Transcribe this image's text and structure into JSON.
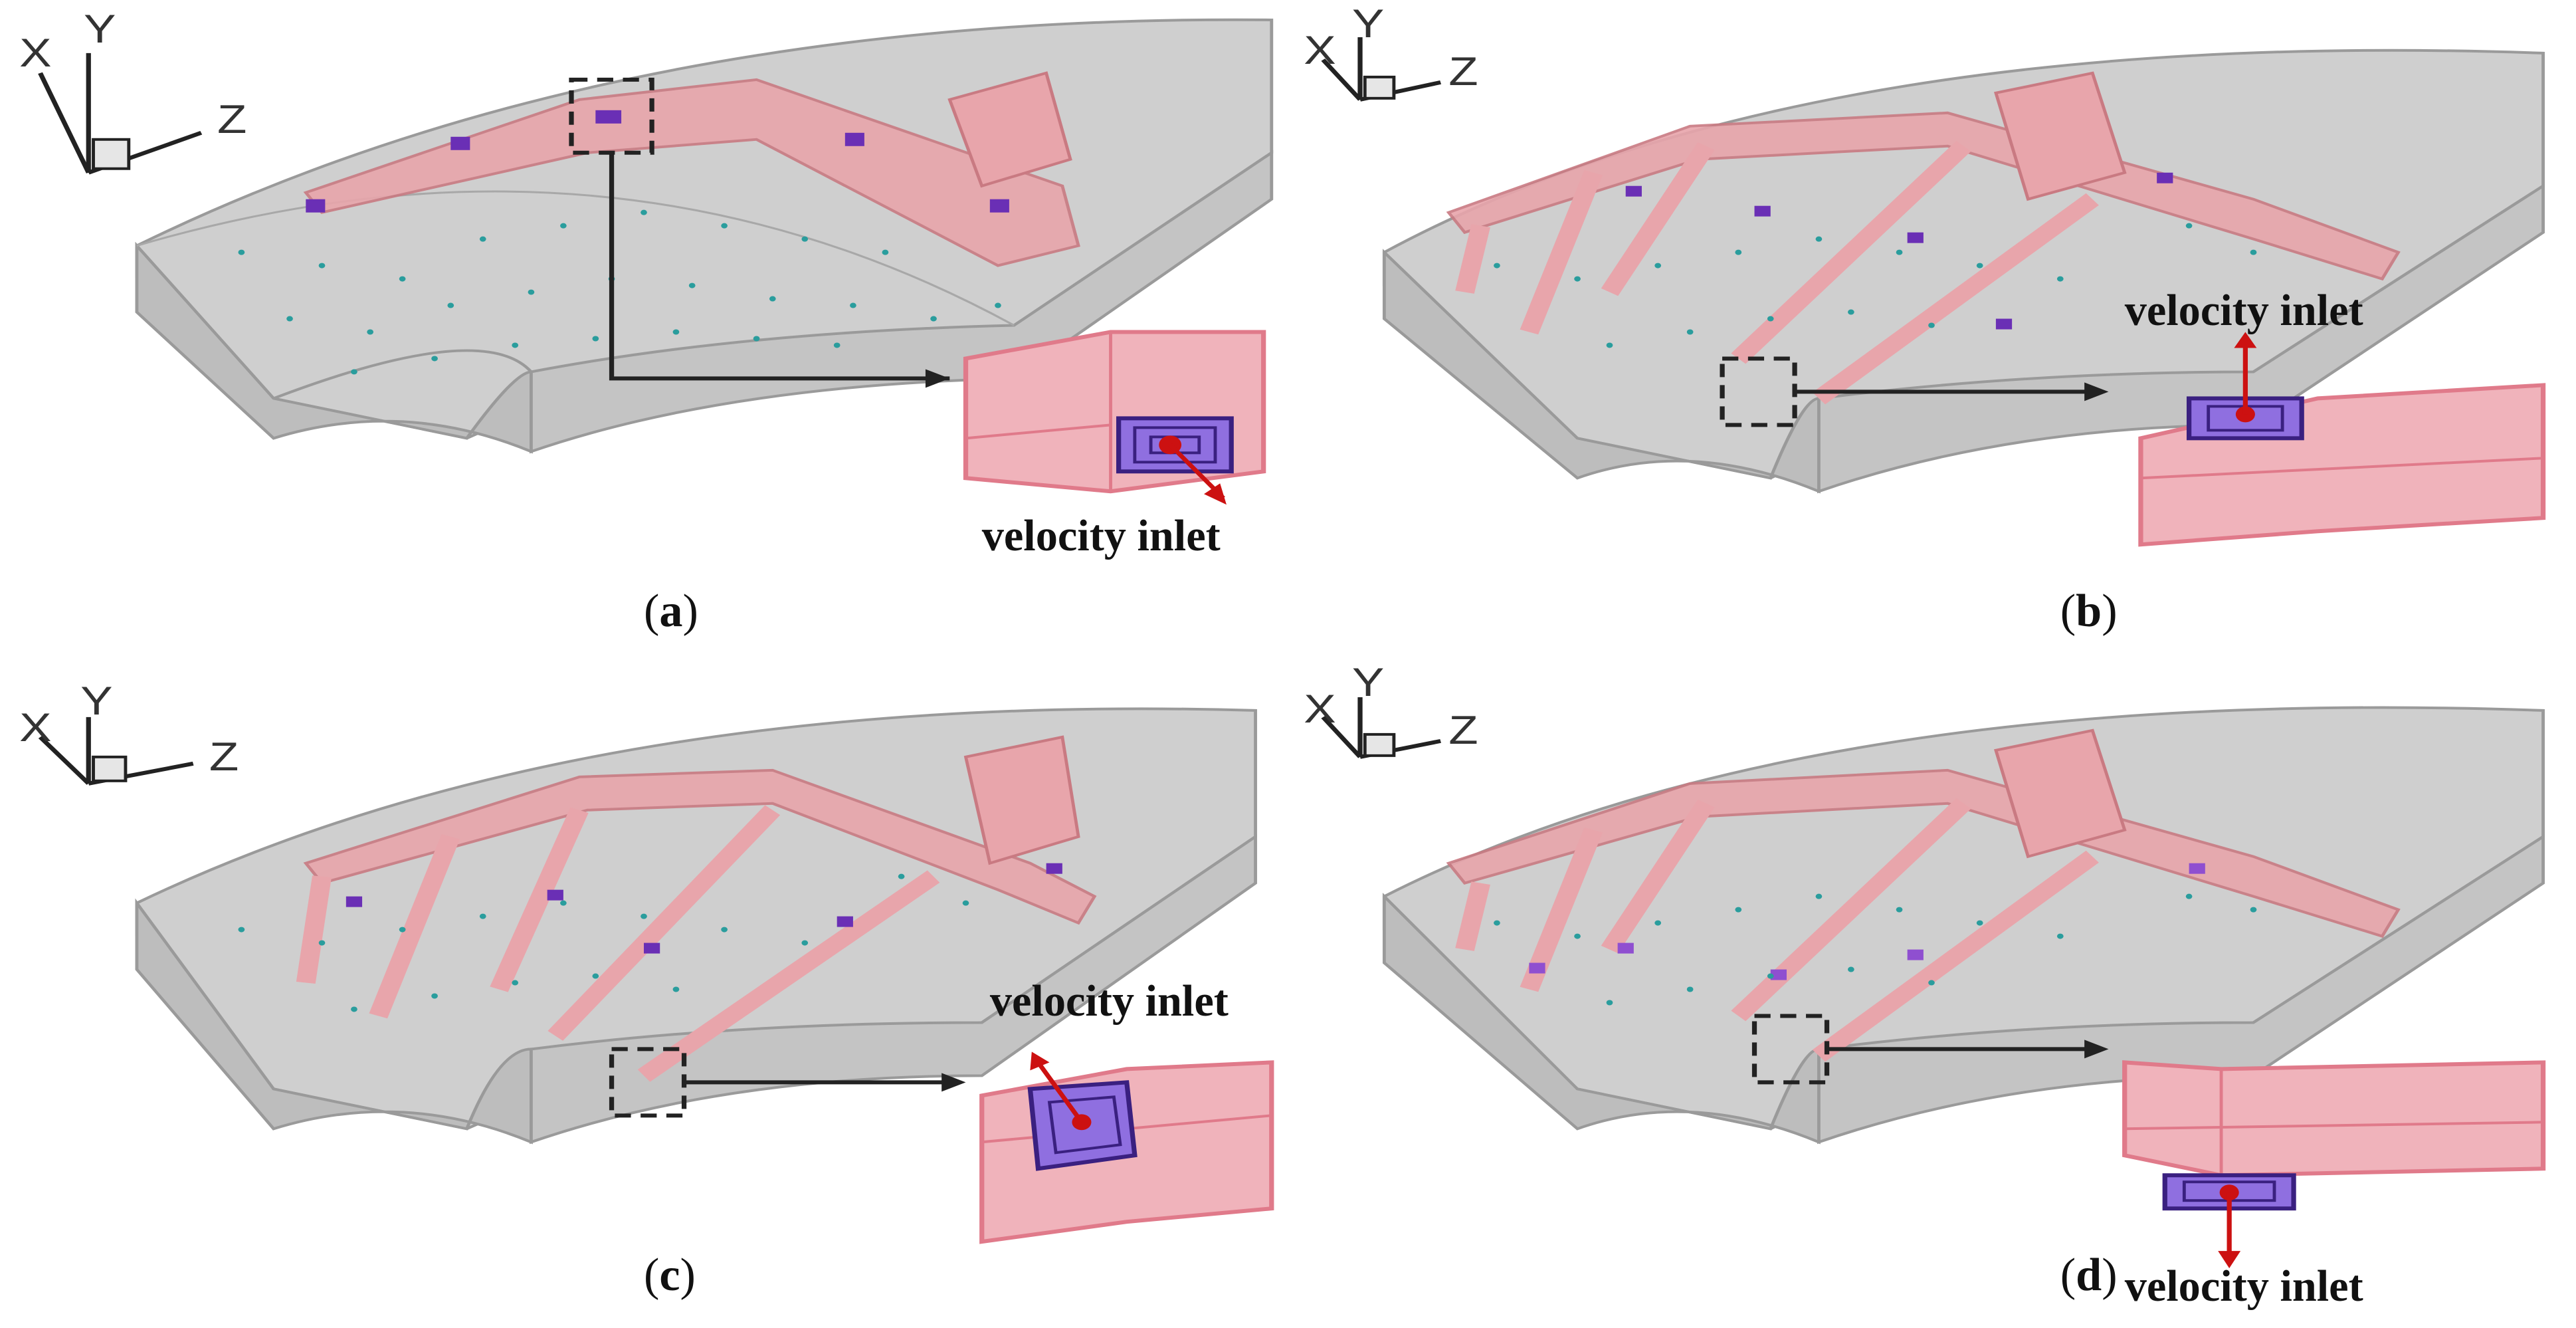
{
  "axis_labels": {
    "x": "X",
    "y": "Y",
    "z": "Z"
  },
  "inlet_label": "velocity inlet",
  "panels": [
    {
      "id": "a",
      "caption_open": "(",
      "caption_letter": "a",
      "caption_close": ")"
    },
    {
      "id": "b",
      "caption_open": "(",
      "caption_letter": "b",
      "caption_close": ")"
    },
    {
      "id": "c",
      "caption_open": "(",
      "caption_letter": "c",
      "caption_close": ")"
    },
    {
      "id": "d",
      "caption_open": "(",
      "caption_letter": "d",
      "caption_close": ")"
    }
  ],
  "colors": {
    "domain_fill": "#d9d9d9",
    "domain_edge": "#9a9a9a",
    "pipe_fill": "#e8a5ab",
    "pipe_edge": "#c97a82",
    "nozzle": "#6a2fb5",
    "nozzle_light": "#8f6fe0",
    "dots": "#2a9d9d",
    "arrow_red": "#cc1111"
  }
}
